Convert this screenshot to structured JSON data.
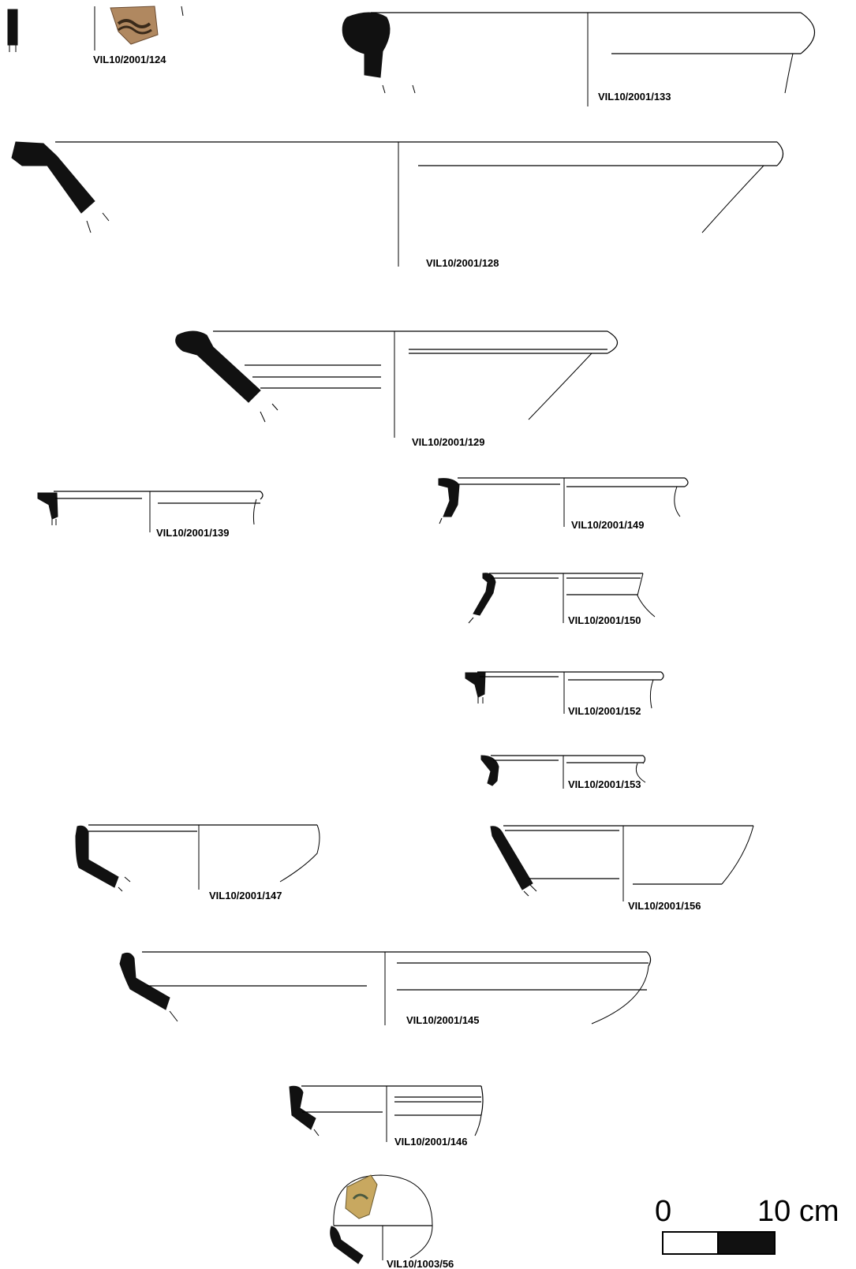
{
  "plate": {
    "sherds": [
      {
        "id": "VIL10/2001/124"
      },
      {
        "id": "VIL10/2001/133"
      },
      {
        "id": "VIL10/2001/128"
      },
      {
        "id": "VIL10/2001/129"
      },
      {
        "id": "VIL10/2001/139"
      },
      {
        "id": "VIL10/2001/149"
      },
      {
        "id": "VIL10/2001/150"
      },
      {
        "id": "VIL10/2001/152"
      },
      {
        "id": "VIL10/2001/153"
      },
      {
        "id": "VIL10/2001/147"
      },
      {
        "id": "VIL10/2001/156"
      },
      {
        "id": "VIL10/2001/145"
      },
      {
        "id": "VIL10/2001/146"
      },
      {
        "id": "VIL10/1003/56"
      }
    ],
    "scale": {
      "start": "0",
      "end": "10 cm"
    }
  }
}
